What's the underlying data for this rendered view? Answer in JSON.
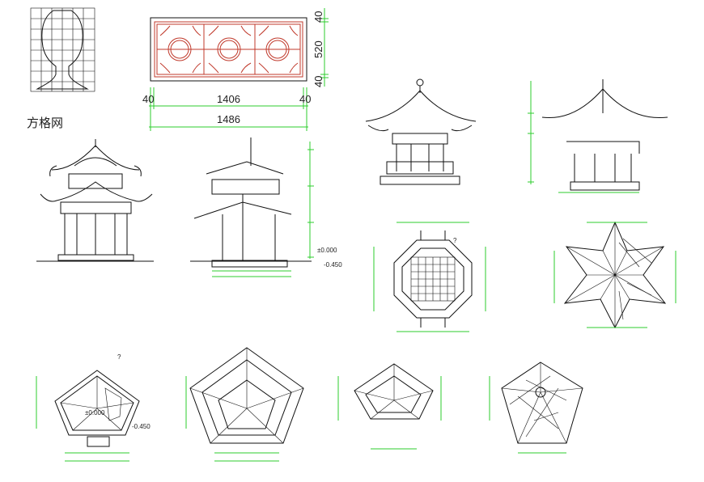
{
  "drawing": {
    "grid_label": "方格网",
    "panel_dims": {
      "top": "40",
      "height": "520",
      "bottom": "40",
      "left": "40",
      "inner_width": "1406",
      "right": "40",
      "total_width": "1486"
    },
    "levels": {
      "section_ground": "±0.000",
      "section_low": "-0.450",
      "pentagon_ground": "±0.000",
      "pentagon_low": "-0.450"
    },
    "marks": [
      "?",
      "?"
    ],
    "colors": {
      "linework": "#111111",
      "dimension": "#2ecc2e",
      "panel_pattern": "#c0392b"
    }
  }
}
